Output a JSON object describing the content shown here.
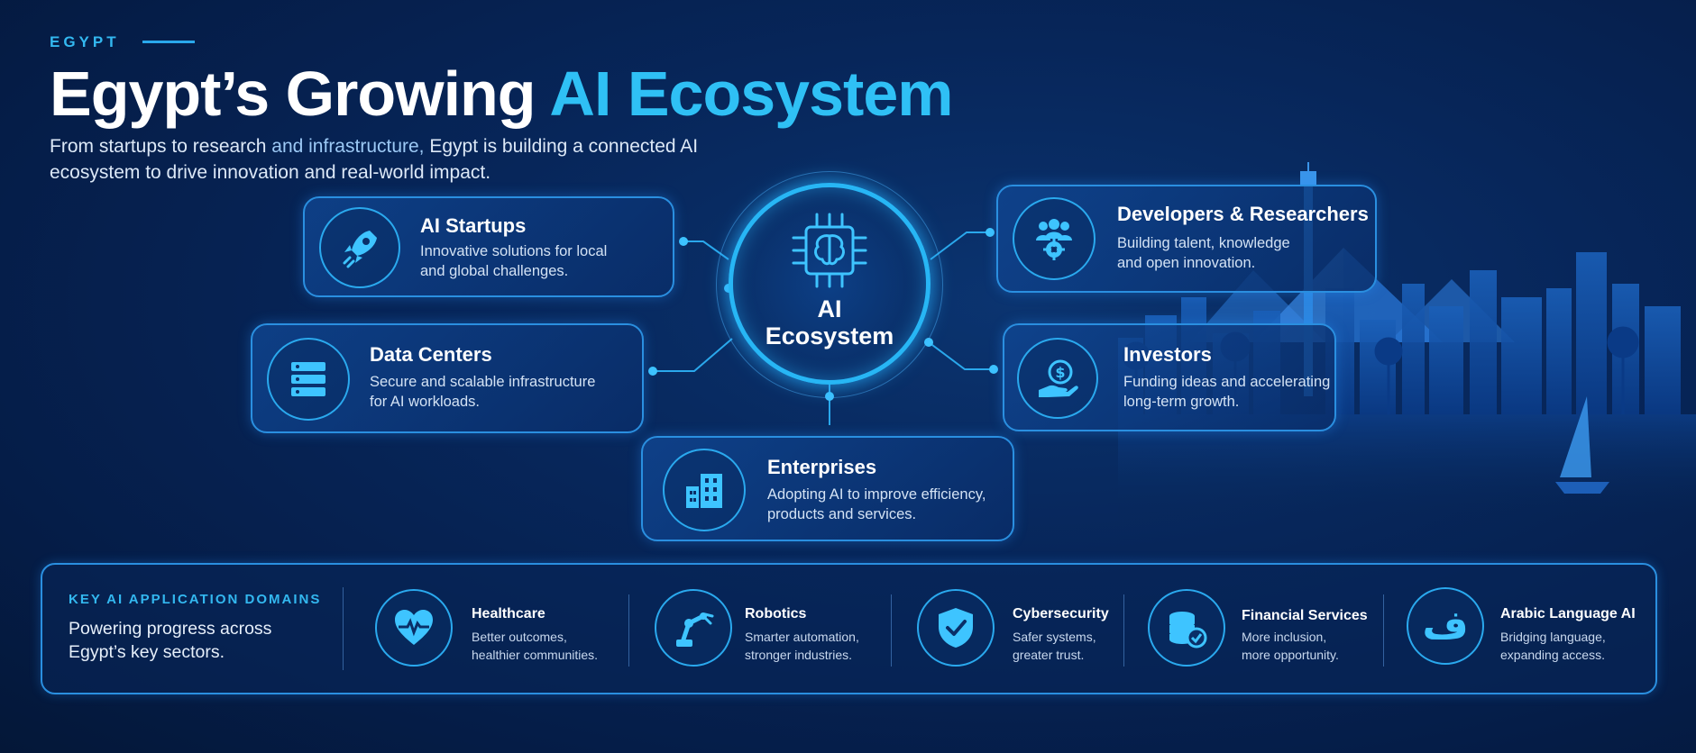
{
  "header": {
    "eyebrow": "EGYPT",
    "title_part1": "Egypt’s Growing",
    "title_part2": "AI Ecosystem",
    "subtitle_a": "From startups to research",
    "subtitle_b": "and infrastructure,",
    "subtitle_c": "Egypt is building a connected AI ecosystem to drive innovation and real-world impact."
  },
  "hub": {
    "line1": "AI",
    "line2": "Ecosystem",
    "icon": "brain-chip-icon"
  },
  "nodes": [
    {
      "title": "AI Startups",
      "desc1": "Innovative solutions for local",
      "desc2": "and global challenges.",
      "icon": "rocket-icon"
    },
    {
      "title": "Data Centers",
      "desc1": "Secure and scalable infrastructure",
      "desc2": "for AI workloads.",
      "icon": "server-icon"
    },
    {
      "title": "Enterprises",
      "desc1": "Adopting AI to improve efficiency,",
      "desc2": "products and services.",
      "icon": "buildings-icon"
    },
    {
      "title": "Developers & Researchers",
      "desc1": "Building talent, knowledge",
      "desc2": "and open innovation.",
      "icon": "team-gear-icon"
    },
    {
      "title": "Investors",
      "desc1": "Funding ideas and accelerating",
      "desc2": "long-term growth.",
      "icon": "money-hand-icon"
    }
  ],
  "domains_panel": {
    "heading": "KEY AI APPLICATION DOMAINS",
    "text": "Powering progress across Egypt’s key sectors.",
    "items": [
      {
        "title": "Healthcare",
        "desc1": "Better outcomes,",
        "desc2": "healthier communities.",
        "icon": "heart-pulse-icon"
      },
      {
        "title": "Robotics",
        "desc1": "Smarter automation,",
        "desc2": "stronger industries.",
        "icon": "robot-arm-icon"
      },
      {
        "title": "Cybersecurity",
        "desc1": "Safer systems,",
        "desc2": "greater trust.",
        "icon": "shield-check-icon"
      },
      {
        "title": "Financial Services",
        "desc1": "More inclusion,",
        "desc2": "more opportunity.",
        "icon": "coins-icon"
      },
      {
        "title": "Arabic Language AI",
        "desc1": "Bridging language,",
        "desc2": "expanding access.",
        "icon": "arabic-letter-icon",
        "glyph": "ف"
      }
    ]
  },
  "colors": {
    "accent": "#2fc0f5",
    "border": "#2a8fe0",
    "background": "#07265a"
  }
}
